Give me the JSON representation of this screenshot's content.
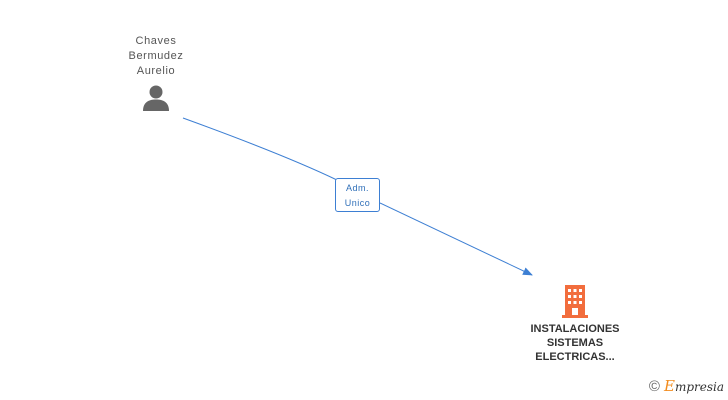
{
  "person": {
    "name_lines": [
      "Chaves",
      "Bermudez",
      "Aurelio"
    ],
    "icon": "person-icon"
  },
  "relation": {
    "label_lines": [
      "Adm.",
      "Unico"
    ],
    "edge_color": "#3d7fd3"
  },
  "company": {
    "name_lines": [
      "INSTALACIONES",
      "SISTEMAS",
      "ELECTRICAS..."
    ],
    "icon": "building-icon",
    "icon_color": "#f26d3d"
  },
  "footer": {
    "copyright_symbol": "©",
    "brand_initial": "E",
    "brand_rest": "mpresia",
    "brand_accent": "#f28c1e"
  }
}
